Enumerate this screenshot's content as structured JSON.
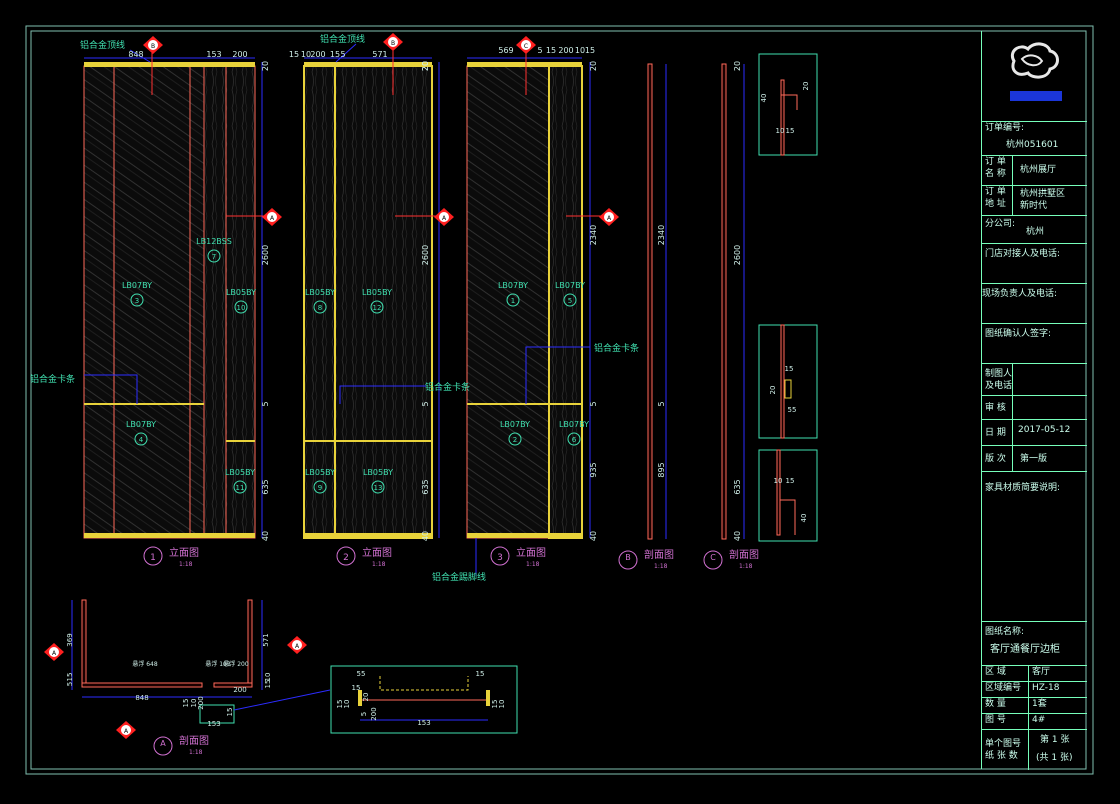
{
  "colors": {
    "frame": "#7fbfb0",
    "dim": "#2c2cff",
    "panel": "#ff6a5a",
    "gold": "#e8d23a",
    "label": "#40e0b0",
    "title": "#d070d0",
    "text": "#cfeee8"
  },
  "elevations": [
    {
      "num": "1",
      "title": "立面图",
      "scale": "1:18"
    },
    {
      "num": "2",
      "title": "立面图",
      "scale": "1:18"
    },
    {
      "num": "3",
      "title": "立面图",
      "scale": "1:18"
    }
  ],
  "sections": [
    {
      "letter": "B",
      "title": "剖面图",
      "scale": "1:18"
    },
    {
      "letter": "C",
      "title": "剖面图",
      "scale": "1:18"
    },
    {
      "letter": "A",
      "title": "剖面图",
      "scale": "1:18"
    }
  ],
  "callouts": {
    "top_trim": "铝合金顶线",
    "clip_strip": "铝合金卡条",
    "baseboard": "铝合金踢脚线"
  },
  "materials": [
    {
      "code": "LB07BY",
      "ref": "3"
    },
    {
      "code": "LB07BY",
      "ref": "4"
    },
    {
      "code": "LB12BSS",
      "ref": "7"
    },
    {
      "code": "LB05BY",
      "ref": "10"
    },
    {
      "code": "LB05BY",
      "ref": "11"
    },
    {
      "code": "LB05BY",
      "ref": "8"
    },
    {
      "code": "LB05BY",
      "ref": "12"
    },
    {
      "code": "LB05BY",
      "ref": "9"
    },
    {
      "code": "LB05BY",
      "ref": "13"
    },
    {
      "code": "LB07BY",
      "ref": "1"
    },
    {
      "code": "LB07BY",
      "ref": "5"
    },
    {
      "code": "LB07BY",
      "ref": "2"
    },
    {
      "code": "LB07BY",
      "ref": "6"
    }
  ],
  "dims": {
    "e1_top": [
      "848",
      "153",
      "200"
    ],
    "e2_top": [
      "15",
      "10",
      "200",
      "15",
      "5",
      "571"
    ],
    "e3_top": [
      "569",
      "5",
      "15",
      "200",
      "10",
      "15"
    ],
    "heights_1": [
      "20",
      "2600",
      "5",
      "635",
      "40"
    ],
    "heights_2": [
      "20",
      "2600",
      "5",
      "635",
      "40"
    ],
    "heights_3": [
      "20",
      "2340",
      "5",
      "935",
      "40"
    ],
    "heights_b": [
      "2340",
      "5",
      "895"
    ],
    "heights_c": [
      "20",
      "2600",
      "635",
      "40"
    ],
    "detail_top": [
      "40",
      "20",
      "10",
      "15"
    ],
    "detail_mid": [
      "15",
      "20",
      "55"
    ],
    "detail_bot": [
      "10",
      "15",
      "40"
    ],
    "plan": [
      "369",
      "15",
      "5",
      "848",
      "15",
      "10",
      "200",
      "153",
      "200",
      "571",
      "10",
      "15",
      "15",
      "5",
      "200",
      "15"
    ],
    "plan_detail": [
      "55",
      "20",
      "15",
      "15",
      "10",
      "15",
      "10",
      "153"
    ],
    "plan_inner": [
      "悬浮 648",
      "悬浮 103",
      "悬浮 200"
    ]
  },
  "title_block": {
    "order_no_label": "订单编号:",
    "order_no": "杭州051601",
    "order_name_label": "订 单\n名 称",
    "order_name": "杭州展厅",
    "order_addr_label": "订 单\n地 址",
    "order_addr": "杭州拱墅区\n新时代",
    "branch_label": "分公司:",
    "branch": "杭州",
    "store_contact_label": "门店对接人及电话:",
    "site_contact_label": "现场负责人及电话:",
    "confirm_label": "图纸确认人签字:",
    "drafter_label": "制图人\n及电话",
    "review_label": "审  核",
    "date_label": "日  期",
    "date": "2017-05-12",
    "version_label": "版  次",
    "version": "第一版",
    "material_label": "家具材质简要说明:",
    "drawing_name_label": "图纸名称:",
    "drawing_name": "客厅通餐厅边柜",
    "area_label": "区  域",
    "area": "客厅",
    "area_no_label": "区域编号",
    "area_no": "HZ-18",
    "qty_label": "数  量",
    "qty": "1套",
    "fig_no_label": "图  号",
    "fig_no": "4#",
    "sheet_label": "单个图号\n纸 张 数",
    "sheet": "第 1 张",
    "sheet_total": "(共 1 张)"
  }
}
